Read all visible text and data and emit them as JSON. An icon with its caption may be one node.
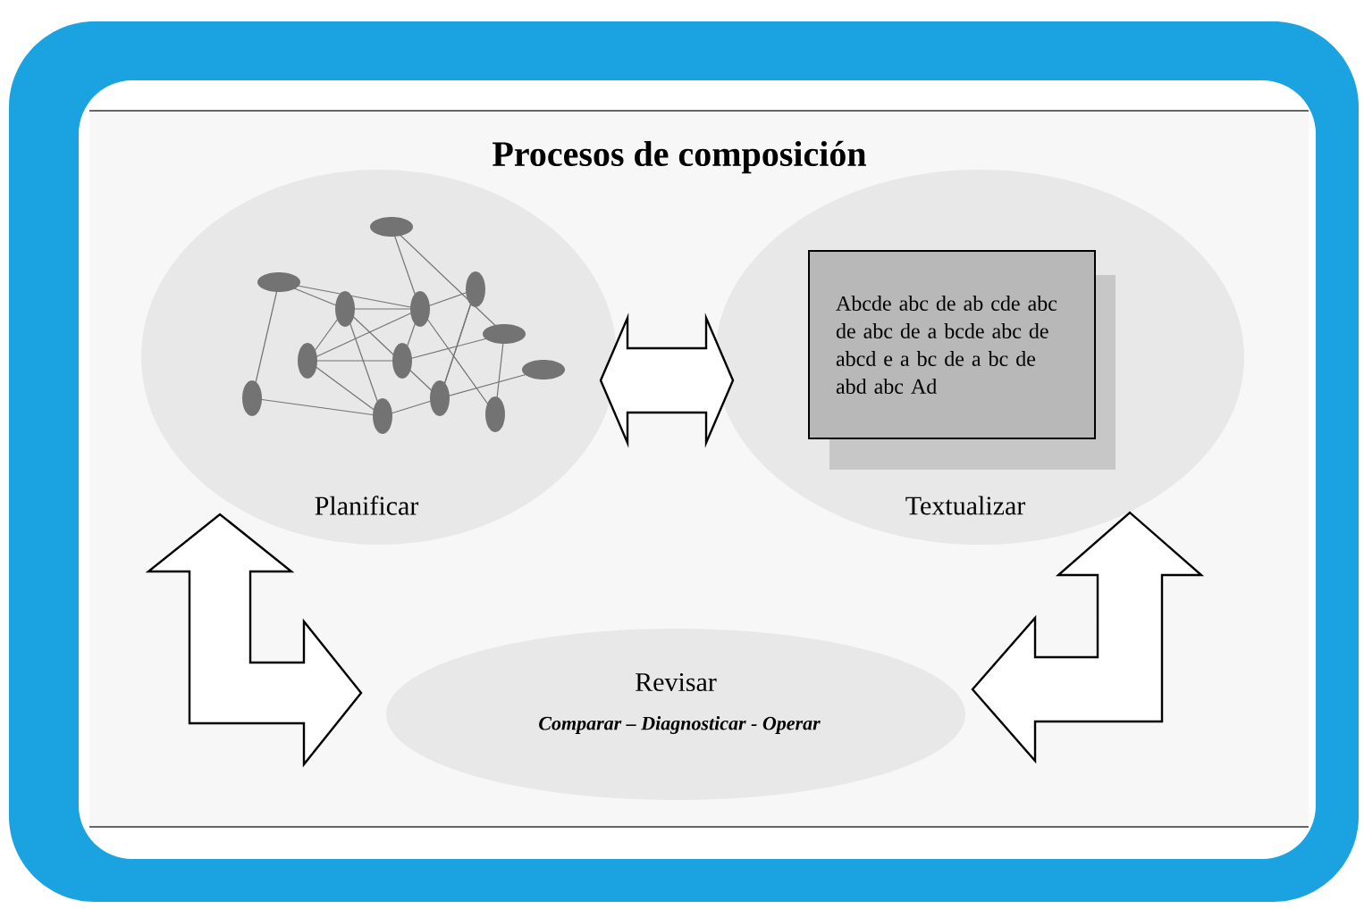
{
  "diagram": {
    "title": "Procesos de composición",
    "nodes": [
      {
        "text": [
          "Planificar"
        ]
      },
      {
        "text": [
          "Textualizar"
        ]
      },
      {
        "text": [
          "Abcde abc de ab cde abc de abc de a bcde abc de abcd e a bc de a bc de abd abc Ad"
        ],
        "in": 1
      },
      {
        "text": [
          "Revisar",
          "Comparar – Diagnosticar - Operar"
        ]
      }
    ],
    "edges": [
      {
        "from": 0,
        "to": 1,
        "arrow": "both"
      },
      {
        "from": 0,
        "to": 3,
        "arrow": "both"
      },
      {
        "from": 1,
        "to": 3,
        "arrow": "both"
      }
    ]
  }
}
